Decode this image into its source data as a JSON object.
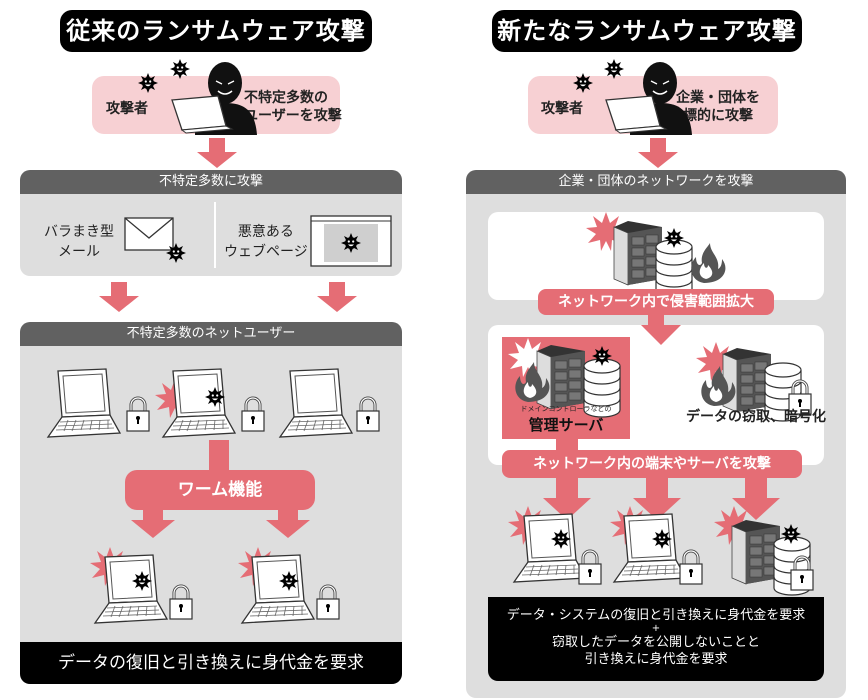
{
  "colors": {
    "accent_red": "#e56d75",
    "pink_bg": "#f7d0d3",
    "header_grey": "#616161",
    "panel_grey": "#dedede",
    "black": "#000000"
  },
  "left": {
    "title": "従来のランサムウェア攻撃",
    "attacker": {
      "label": "攻撃者",
      "description_line1": "不特定多数の",
      "description_line2": "ユーザーを攻撃",
      "icons": [
        "hacker-icon",
        "laptop-icon",
        "virus-icon",
        "virus-icon"
      ]
    },
    "stage1": {
      "header": "不特定多数に攻撃",
      "items": [
        {
          "label_line1": "バラまき型",
          "label_line2": "メール",
          "icon": "email-with-virus-icon"
        },
        {
          "label_line1": "悪意ある",
          "label_line2": "ウェブページ",
          "icon": "malicious-webpage-icon"
        }
      ]
    },
    "stage2": {
      "header": "不特定多数のネットユーザー",
      "laptops": [
        {
          "infected": false,
          "locked": true
        },
        {
          "infected": true,
          "locked": true
        },
        {
          "infected": false,
          "locked": true
        }
      ],
      "worm_label": "ワーム機能",
      "spread_targets": [
        {
          "infected": true,
          "locked": true
        },
        {
          "infected": true,
          "locked": true
        }
      ]
    },
    "result": "データの復旧と引き換えに身代金を要求"
  },
  "right": {
    "title": "新たなランサムウェア攻撃",
    "attacker": {
      "label": "攻撃者",
      "description_line1": "企業・団体を",
      "description_line2": "標的に攻撃",
      "icons": [
        "hacker-icon",
        "laptop-icon",
        "virus-icon",
        "virus-icon"
      ]
    },
    "stage1": {
      "header": "企業・団体のネットワークを攻撃",
      "icon": "infected-server-icon",
      "spread_label": "ネットワーク内で侵害範囲拡大"
    },
    "stage2": {
      "admin_server_caption": "ドメインコントローラなどの",
      "admin_server_label": "管理サーバ",
      "data_theft_label": "データの窃取、暗号化",
      "attack_label": "ネットワーク内の端末やサーバを攻撃"
    },
    "stage3": {
      "targets": [
        {
          "type": "laptop",
          "infected": true,
          "locked": true
        },
        {
          "type": "laptop",
          "infected": true,
          "locked": true
        },
        {
          "type": "server",
          "infected": true,
          "locked": true
        }
      ]
    },
    "result": {
      "line1": "データ・システムの復旧と引き換えに身代金を要求",
      "plus": "+",
      "line2": "窃取したデータを公開しないことと",
      "line3": "引き換えに身代金を要求"
    }
  }
}
